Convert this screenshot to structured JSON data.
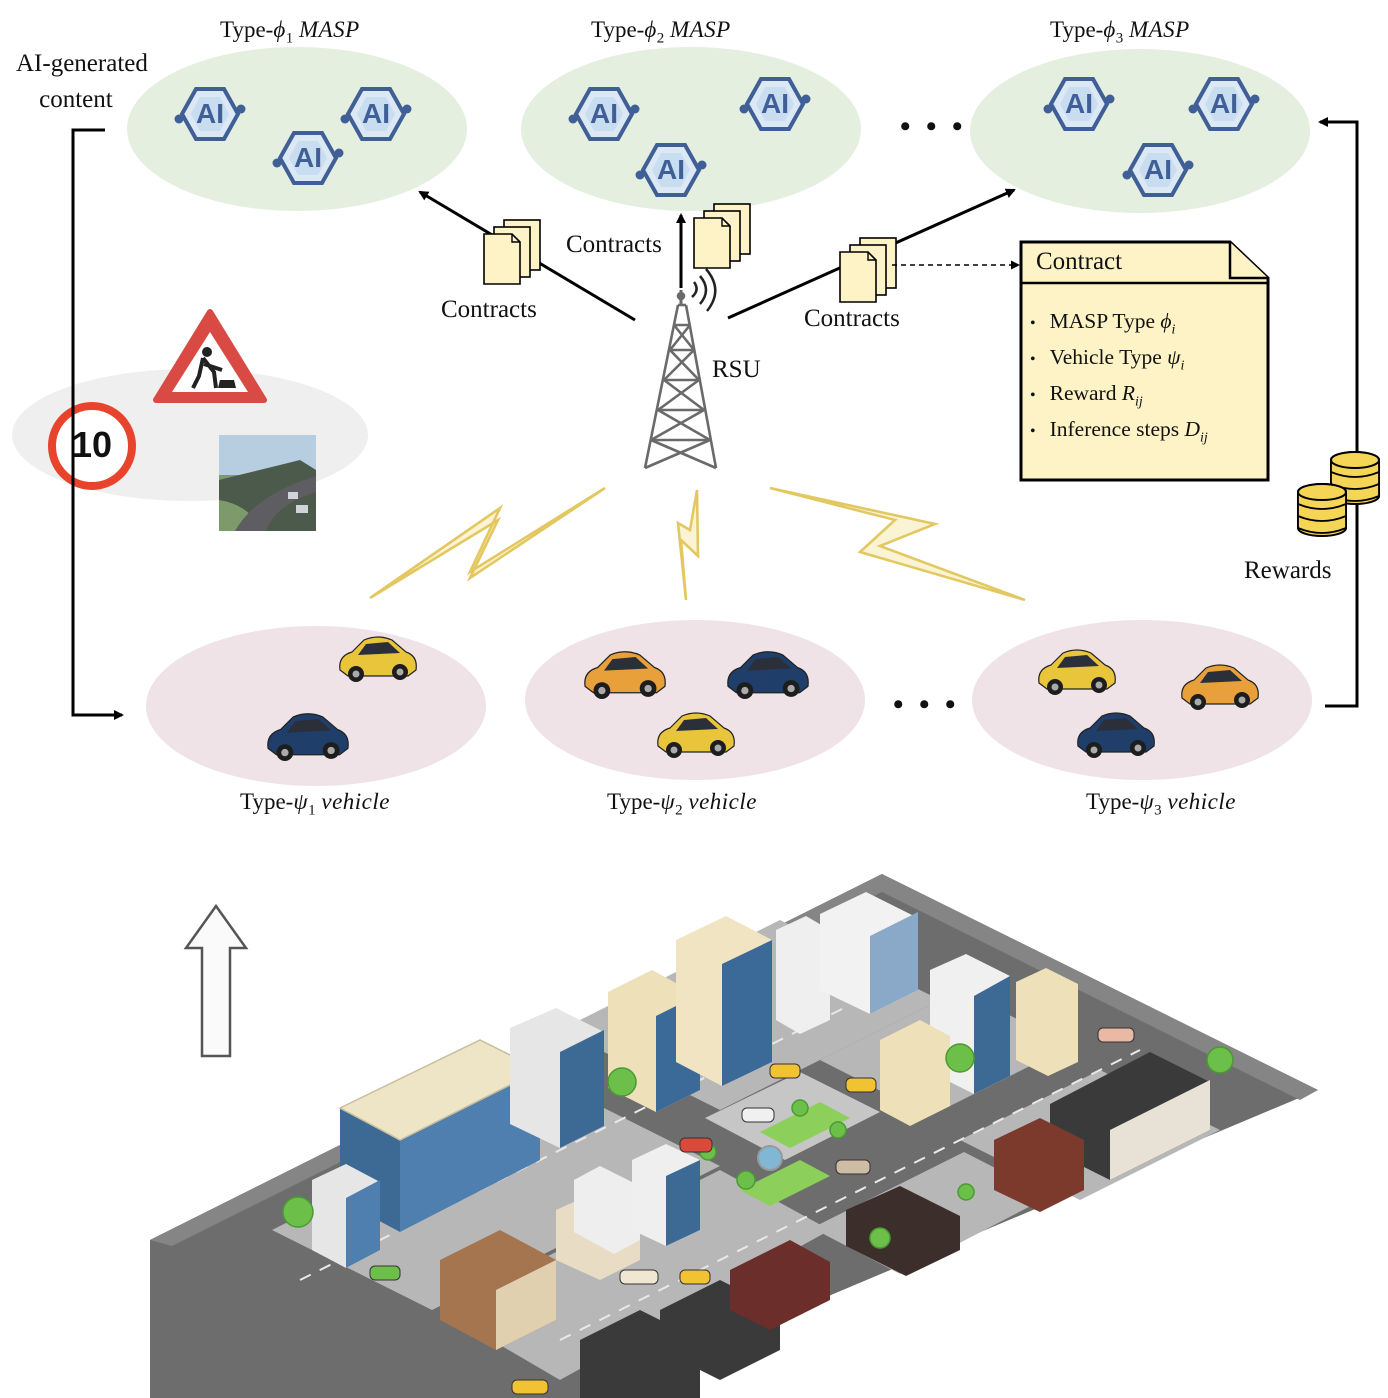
{
  "ai_content_label": [
    "AI-generated",
    "content"
  ],
  "masps": [
    {
      "prefix": "Type-",
      "symbol": "ϕ",
      "sub": "1",
      "suffix": "MASP"
    },
    {
      "prefix": "Type-",
      "symbol": "ϕ",
      "sub": "2",
      "suffix": "MASP"
    },
    {
      "prefix": "Type-",
      "symbol": "ϕ",
      "sub": "3",
      "suffix": "MASP"
    }
  ],
  "ai_icon_text": "AI",
  "vehicles": [
    {
      "prefix": "Type-",
      "symbol": "ψ",
      "sub": "1",
      "suffix": "vehicle"
    },
    {
      "prefix": "Type-",
      "symbol": "ψ",
      "sub": "2",
      "suffix": "vehicle"
    },
    {
      "prefix": "Type-",
      "symbol": "ψ",
      "sub": "3",
      "suffix": "vehicle"
    }
  ],
  "contracts_label": "Contracts",
  "rsu_label": "RSU",
  "rewards_label": "Rewards",
  "ellipsis": "• • •",
  "speed_sign_value": "10",
  "contract_card": {
    "title": "Contract",
    "items": [
      {
        "text": "MASP Type ",
        "sym": "ϕ",
        "sub": "i"
      },
      {
        "text": "Vehicle Type ",
        "sym": "ψ",
        "sub": "i"
      },
      {
        "text": "Reward ",
        "sym": "R",
        "sub": "ij"
      },
      {
        "text": "Inference steps ",
        "sym": "D",
        "sub": "ij"
      }
    ]
  },
  "colors": {
    "masp_cloud": "#e4efe0",
    "vehicle_cloud": "#efe3e8",
    "ai_blue": "#3f5f96",
    "contract_fill": "#fdf3c6",
    "lightning": "#e3c861",
    "coin": "#f5d556"
  }
}
